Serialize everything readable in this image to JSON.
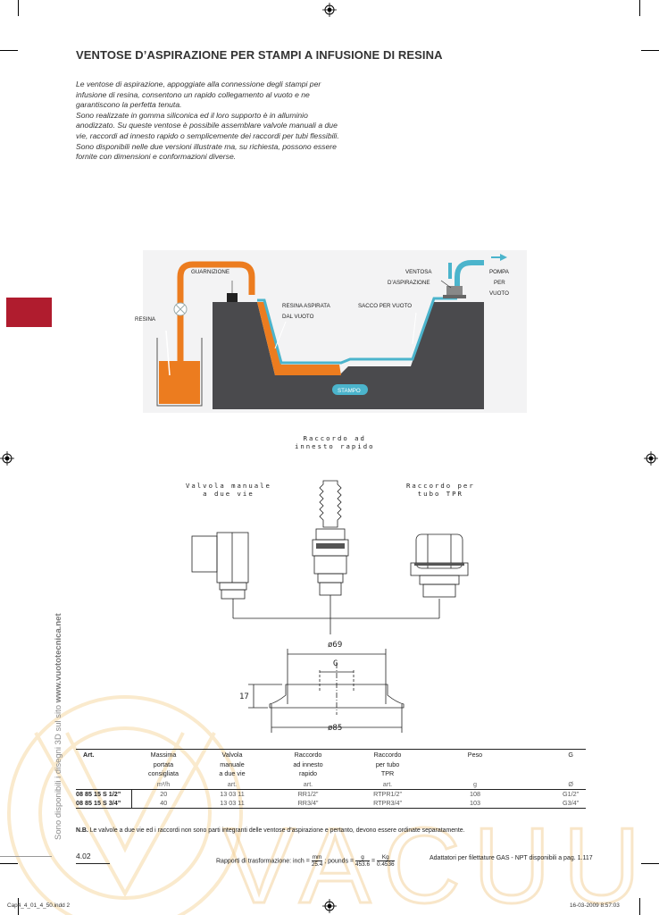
{
  "page_title": "VENTOSE D’ASPIRAZIONE PER STAMPI A INFUSIONE DI RESINA",
  "intro": [
    "Le ventose di aspirazione, appoggiate alla connessione degli stampi per infusione di resina, consentono un rapido collegamento al vuoto e ne garantiscono la perfetta tenuta.",
    "Sono realizzate in gomma siliconica ed il loro supporto è in alluminio anodizzato. Su queste ventose è possibile assemblare valvole manuali a due vie, raccordi ad innesto rapido o semplicemente dei raccordi per tubi flessibili.",
    "Sono disponibili nelle due versioni illustrate ma, su richiesta, possono essere fornite con dimensioni e conformazioni diverse."
  ],
  "side_note": {
    "text": "Sono disponibili i disegni 3D sul sito ",
    "site": "www.vuototecnica.net"
  },
  "diagram_labels": {
    "guarnizione": "GUARNIZIONE",
    "ventosa_1": "VENTOSA",
    "ventosa_2": "D’ASPIRAZIONE",
    "pompa_1": "POMPA",
    "pompa_2": "PER",
    "pompa_3": "VUOTO",
    "resina_aspirata_1": "RESINA ASPIRATA",
    "resina_aspirata_2": "DAL VUOTO",
    "sacco": "SACCO PER VUOTO",
    "resina": "RESINA",
    "stampo": "STAMPO"
  },
  "tech_labels": {
    "raccordo_innesto": "Raccordo ad\ninnesto rapido",
    "valvola": "Valvola manuale\na due vie",
    "raccordo_tubo": "Raccordo per\ntubo TPR",
    "dim_69": "ø69",
    "dim_g": "G",
    "dim_17": "17",
    "dim_85": "ø85"
  },
  "spec_table": {
    "headers": [
      "Art.",
      "Massima\nportata\nconsigliata",
      "Valvola\nmanuale\na due vie",
      "Raccordo\nad innesto\nrapido",
      "Raccordo\nper tubo\nTPR",
      "Peso",
      "G"
    ],
    "units": [
      "",
      "m³/h",
      "art.",
      "art.",
      "art.",
      "g",
      "Ø"
    ],
    "rows": [
      [
        "08 85 15 S 1/2”",
        "20",
        "13 03 11",
        "RR1/2”",
        "RTPR1/2”",
        "108",
        "G1/2”"
      ],
      [
        "08 85 15 S 3/4”",
        "40",
        "13 03 11",
        "RR3/4”",
        "RTPR3/4”",
        "103",
        "G3/4”"
      ]
    ]
  },
  "note": {
    "prefix": "N.B.",
    "text": " Le valvole a due vie ed i raccordi non sono parti integranti delle ventose d’aspirazione e pertanto, devono essere ordinate separatamente."
  },
  "page_number": "4.02",
  "conversion": {
    "lead": "Rapporti di trasformazione: inch = ",
    "f1_num": "mm",
    "f1_den": "25.4",
    "mid": " ; pounds = ",
    "f2_num": "g",
    "f2_den": "453.6",
    "eq": " = ",
    "f3_num": "Kg",
    "f3_den": "0.4536"
  },
  "adattatori": "Adattatori per filettature GAS - NPT disponibili a pag. 1.117",
  "footer_left": "Cap4_4_01_4_50.indd   2",
  "footer_right": "16-03-2009   8:57:03",
  "watermark": "VACUUM",
  "colors": {
    "orange": "#ec7c1f",
    "red_tab": "#b01c2e",
    "mold": "#4a4a4d",
    "bag": "#4bb4cc"
  }
}
